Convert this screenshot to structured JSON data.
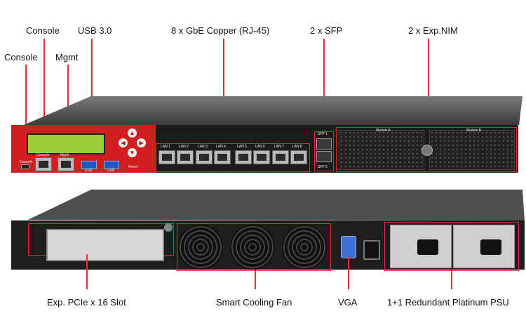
{
  "labels": {
    "console_top": "Console",
    "usb": "USB 3.0",
    "console_side": "Console",
    "mgmt": "Mgmt",
    "copper": "8 x GbE Copper (RJ-45)",
    "sfp": "2 x SFP",
    "nim": "2 x Exp.NIM",
    "pcie": "Exp. PCIe x 16 Slot",
    "fan": "Smart Cooling Fan",
    "vga": "VGA",
    "psu": "1+1 Redundant Platinum PSU"
  },
  "front_panel": {
    "console_port": "Console",
    "mgmt_port": "Mgmt",
    "usb_port": "USB",
    "reset": "Reset",
    "lan_ports": [
      "LAN 1",
      "LAN 2",
      "LAN 3",
      "LAN 4",
      "LAN 5",
      "LAN 6",
      "LAN 7",
      "LAN 8"
    ],
    "sfp_ports": [
      "SFP 1",
      "SFP 2"
    ],
    "modules": [
      "Module A",
      "Module B"
    ]
  }
}
